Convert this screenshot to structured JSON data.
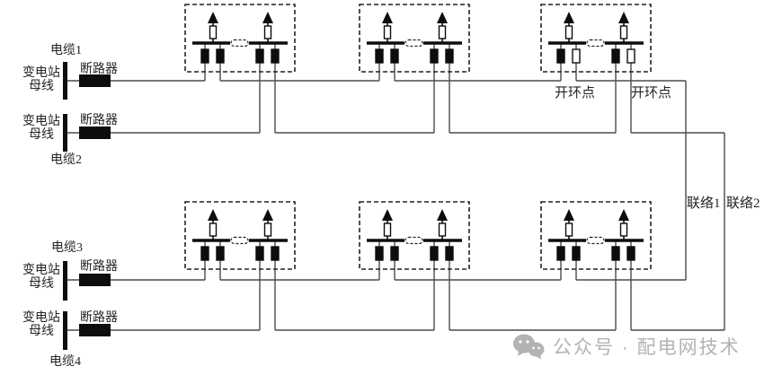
{
  "feeders": [
    {
      "cable_label": "电缆1",
      "substation_label": "变电站",
      "bus_label": "母线",
      "breaker_label": "断路器"
    },
    {
      "cable_label": "电缆2",
      "substation_label": "变电站",
      "bus_label": "母线",
      "breaker_label": "断路器"
    },
    {
      "cable_label": "电缆3",
      "substation_label": "变电站",
      "bus_label": "母线",
      "breaker_label": "断路器"
    },
    {
      "cable_label": "电缆4",
      "substation_label": "变电站",
      "bus_label": "母线",
      "breaker_label": "断路器"
    }
  ],
  "rmus": [
    {
      "name": "ring-main-unit-1",
      "switches": [
        "closed",
        "closed",
        "closed",
        "closed"
      ]
    },
    {
      "name": "ring-main-unit-2",
      "switches": [
        "closed",
        "closed",
        "closed",
        "closed"
      ]
    },
    {
      "name": "ring-main-unit-3",
      "switches": [
        "closed",
        "open",
        "closed",
        "open"
      ]
    },
    {
      "name": "ring-main-unit-4",
      "switches": [
        "closed",
        "closed",
        "closed",
        "closed"
      ]
    },
    {
      "name": "ring-main-unit-5",
      "switches": [
        "closed",
        "closed",
        "closed",
        "closed"
      ]
    },
    {
      "name": "ring-main-unit-6",
      "switches": [
        "closed",
        "closed",
        "closed",
        "closed"
      ]
    }
  ],
  "annotations": {
    "open_point_labels": [
      "开环点",
      "开环点"
    ],
    "tie_labels": [
      "联络1",
      "联络2"
    ]
  },
  "watermark": {
    "icon": "wechat-icon",
    "text": "公众号 · 配电网技术"
  },
  "colors": {
    "wire": "#4b4b4d",
    "element": "#0d0d0d",
    "watermark": "#b3b3b6"
  }
}
